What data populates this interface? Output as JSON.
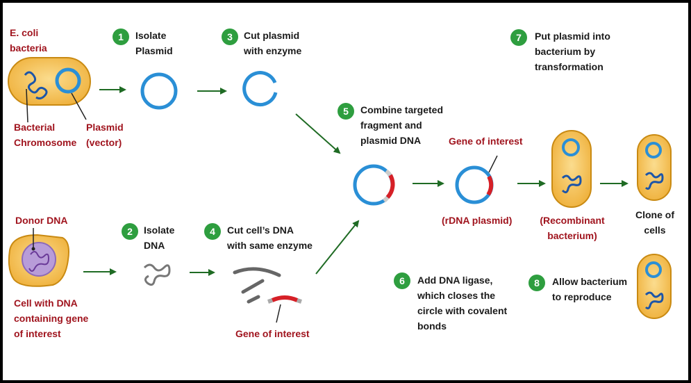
{
  "labels": {
    "ecoli": "E. coli\nbacteria",
    "bacterial_chromosome": "Bacterial\nChromosome",
    "plasmid_vector": "Plasmid\n(vector)",
    "donor_dna": "Donor DNA",
    "cell_with_dna": "Cell with DNA\ncontaining gene\nof interest",
    "gene_of_interest_top": "Gene of interest",
    "gene_of_interest_bottom": "Gene of interest",
    "rdna_plasmid": "(rDNA plasmid)",
    "recombinant_bacterium": "(Recombinant\nbacterium)",
    "clone_of_cells": "Clone of\ncells"
  },
  "steps": [
    {
      "num": "1",
      "text": "Isolate\nPlasmid"
    },
    {
      "num": "2",
      "text": "Isolate\nDNA"
    },
    {
      "num": "3",
      "text": "Cut plasmid\nwith enzyme"
    },
    {
      "num": "4",
      "text": "Cut cell’s DNA\nwith same enzyme"
    },
    {
      "num": "5",
      "text": "Combine targeted\nfragment and\nplasmid DNA"
    },
    {
      "num": "6",
      "text": "Add DNA ligase,\nwhich closes the\ncircle with covalent\nbonds"
    },
    {
      "num": "7",
      "text": "Put plasmid into\nbacterium by\ntransformation"
    },
    {
      "num": "8",
      "text": "Allow bacterium\nto reproduce"
    }
  ],
  "colors": {
    "step_badge": "#2e9e3f",
    "arrow": "#1f6b24",
    "label_red": "#a0141e",
    "plasmid_blue": "#2a8fd6",
    "cell_fill": "#f6c35a",
    "cell_outline": "#c98a12",
    "gene_red": "#d62027",
    "nucleus_purple": "#b89cd8"
  }
}
